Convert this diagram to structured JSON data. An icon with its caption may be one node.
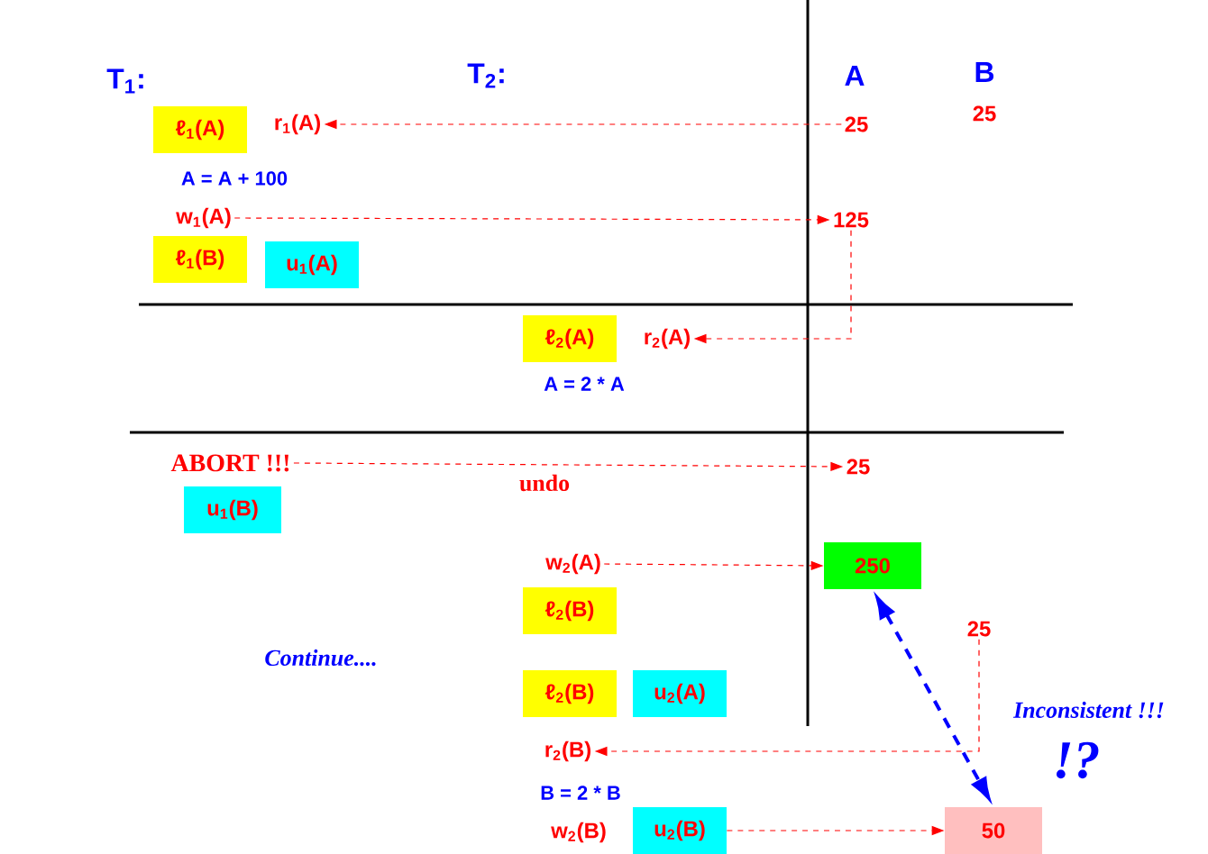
{
  "diagram": {
    "nodes": [
      {
        "text": [
          "ℓ$_{1}$(A)"
        ]
      },
      {
        "text": [
          "r$_{1}$(A)"
        ]
      },
      {
        "text": [
          "25"
        ]
      },
      {
        "text": [
          "w$_{1}$(A)"
        ]
      },
      {
        "text": [
          "125"
        ]
      },
      {
        "text": [
          "ℓ$_{1}$(B)"
        ]
      },
      {
        "text": [
          "u$_{1}$(A)"
        ]
      },
      {
        "text": [
          "ℓ$_{2}$(A)"
        ]
      },
      {
        "text": [
          "r$_{2}$(A)"
        ]
      },
      {
        "text": [
          "ABORT !!!"
        ]
      },
      {
        "text": [
          "25"
        ]
      },
      {
        "text": [
          "u$_{1}$(B)"
        ]
      },
      {
        "text": [
          "w$_{2}$(A)"
        ]
      },
      {
        "text": [
          "250"
        ]
      },
      {
        "text": [
          "ℓ$_{2}$(B)"
        ]
      },
      {
        "text": [
          "25"
        ]
      },
      {
        "text": [
          "ℓ$_{2}$(B)"
        ]
      },
      {
        "text": [
          "u$_{2}$(A)"
        ]
      },
      {
        "text": [
          "r$_{2}$(B)"
        ]
      },
      {
        "text": [
          "w$_{2}$(B)"
        ]
      },
      {
        "text": [
          "u$_{2}$(B)"
        ]
      },
      {
        "text": [
          "50"
        ]
      }
    ],
    "edges": [
      {
        "from": 2,
        "to": 1,
        "arrow": "to"
      },
      {
        "from": 3,
        "to": 4,
        "arrow": "to"
      },
      {
        "from": 4,
        "to": 8,
        "arrow": "to"
      },
      {
        "from": 9,
        "to": 10,
        "arrow": "to",
        "label": "undo"
      },
      {
        "from": 12,
        "to": 13,
        "arrow": "to"
      },
      {
        "from": 15,
        "to": 18,
        "arrow": "to"
      },
      {
        "from": 13,
        "to": 21,
        "arrow": "both",
        "style": "dashed",
        "color": "#0000ff"
      },
      {
        "from": 20,
        "to": 21,
        "arrow": "to"
      }
    ],
    "labels": [
      "T$_{1}$:",
      "T$_{2}$:",
      "A",
      "B",
      "25",
      "A = A + 100",
      "A = 2 * A",
      "Continue....",
      "Inconsistent !!!",
      "!?",
      "B = 2 * B"
    ]
  }
}
